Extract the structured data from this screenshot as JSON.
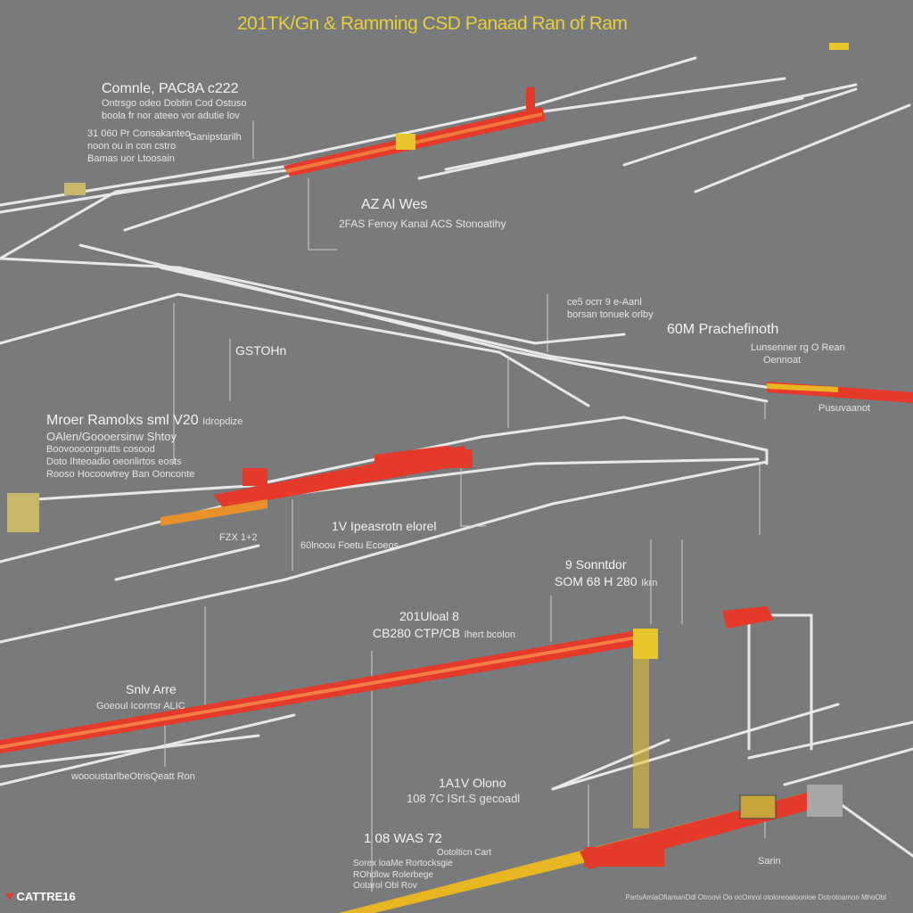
{
  "title": "201TK/Gn & Ramming CSD Panaad Ran of Ram",
  "labels": {
    "top_left": {
      "heading": "Comnle, PAC8A c222",
      "lines": [
        "Ontrsgo odeo Dobtin Cod Ostuso",
        "boola fr nor ateeo vor adutie lov"
      ]
    },
    "top_left_sub": {
      "lines": [
        "31 060 Pr Consakanteo",
        "noon ou in con cstro",
        "Bamas uor Ltoosain"
      ],
      "side": "Ganipstarilh"
    },
    "center_top": {
      "heading": "AZ Al Wes",
      "sub": "2FAS Fenoy Kanal ACS Stonoatihy"
    },
    "gstohn": {
      "heading": "GSTOHn"
    },
    "right_upper": {
      "lines": [
        "ce5 ocrr 9 e-Aanl",
        "borsan tonuek orlby"
      ]
    },
    "right_heading": {
      "heading": "60M Prachefinoth"
    },
    "right_sub": {
      "lines": [
        "Lunsenner rg O Rean",
        "Oennoat"
      ]
    },
    "right_tag": {
      "heading": "Pusuvaanot"
    },
    "mid_left": {
      "heading": "Mroer Ramolxs sml V20",
      "side": "Idropdize",
      "lines": [
        "OAlen/Goooersinw Shtoy",
        "Boovoooorgnutts cosood",
        "Doto Ihteoadio oeonlirtos eosts",
        "Rooso Hocoowtrey Ban Oonconte"
      ]
    },
    "mid_center": {
      "heading": "1V Ipeasrotn elorel",
      "sub": "60lnoou Foetu Ecoeos"
    },
    "fig_tag": {
      "heading": "FZX 1+2"
    },
    "right_mid": {
      "heading": "9 Sonntdor",
      "sub": "SOM 68 H 280",
      "side": "Ikrn"
    },
    "center_mid": {
      "heading": "201Uloal 8",
      "sub": "CB280 CTP/CB",
      "side": "Ihert bcolon"
    },
    "left_low": {
      "heading": "Snlv Arre",
      "sub": "Goeoul Icorrtsr ALIC"
    },
    "left_bottom": {
      "heading": "woooustarlbeOtrisQeatt Ron"
    },
    "center_low": {
      "heading": "1A1V Olono",
      "sub": "108 7C ISrt.S gecoadl"
    },
    "bottom_center": {
      "heading": "1 08 WAS 72",
      "lines": [
        "Ootolticn Cart",
        "Sorex loaMe Rortocksgie",
        "ROhdlow Rolerbege",
        "Ootarol Obl Rov"
      ]
    },
    "bottom_right": {
      "heading": "Sarin"
    }
  },
  "brand": {
    "name": "CATTRE16",
    "icon": "heart-logo-icon"
  },
  "footer": "PartsAmlaOfiamanDdl Otroovi Oo ocOmrol otoloreoaloonioe Dotrotoamon MhoObl",
  "colors": {
    "background": "#797a7c",
    "rail_red": "#e5392a",
    "rail_yellow": "#e8b622",
    "rail_white": "#e9e9e9",
    "title": "#e8cf3a"
  }
}
